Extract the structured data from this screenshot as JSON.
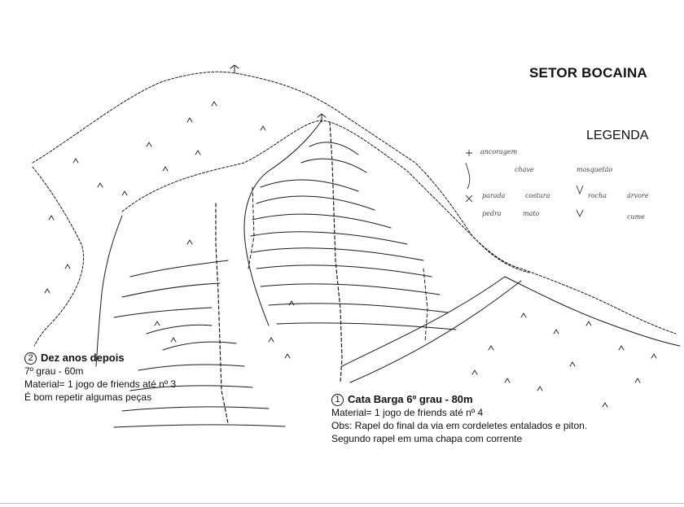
{
  "header": {
    "title": "SETOR BOCAINA"
  },
  "legend": {
    "title": "LEGENDA",
    "scribbles": [
      "ancoragem",
      "chave",
      "mosquetão",
      "parada",
      "costura",
      "rocha",
      "árvore",
      "pedra",
      "mato",
      "cume"
    ]
  },
  "routes": [
    {
      "number": "2",
      "name": "Dez anos depois",
      "lines": [
        "7º grau - 60m",
        "Material= 1 jogo de friends até nº 3",
        "É bom repetir algumas peças"
      ]
    },
    {
      "number": "1",
      "name": "Cata Barga 6º grau - 80m",
      "lines": [
        "Material= 1 jogo de friends até nº 4",
        "Obs: Rapel do final da via em cordeletes entalados e piton.",
        "Segundo rapel em uma chapa com corrente"
      ]
    }
  ]
}
